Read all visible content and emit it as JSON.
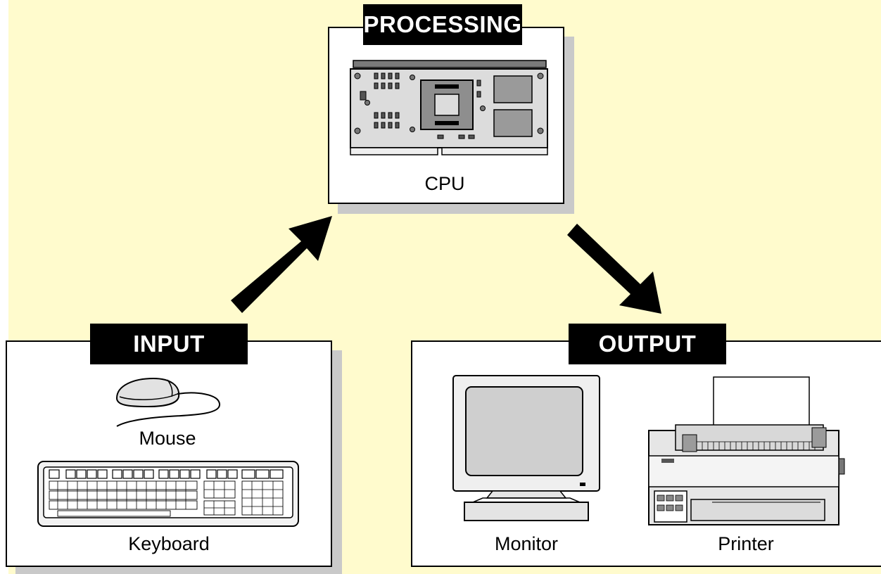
{
  "processing": {
    "heading": "PROCESSING",
    "device_label": "CPU"
  },
  "input": {
    "heading": "INPUT",
    "device_labels": [
      "Mouse",
      "Keyboard"
    ]
  },
  "output": {
    "heading": "OUTPUT",
    "device_labels": [
      "Monitor",
      "Printer"
    ]
  },
  "flow": [
    "input",
    "processing",
    "output"
  ],
  "colors": {
    "background": "#fffbcd",
    "heading_bg": "#000000",
    "heading_text": "#ffffff",
    "panel": "#ffffff",
    "shadow": "#c9c9c9"
  },
  "icons": [
    "cpu-board-icon",
    "mouse-icon",
    "keyboard-icon",
    "monitor-icon",
    "printer-icon",
    "arrow-up-right-icon",
    "arrow-down-right-icon"
  ]
}
